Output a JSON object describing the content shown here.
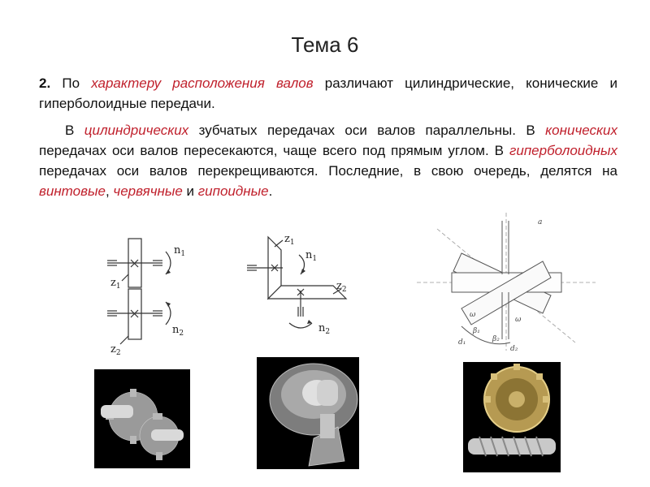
{
  "slide": {
    "title": "Тема 6",
    "p1": {
      "num": "2.",
      "t1": " По ",
      "hl1": "характеру расположения валов",
      "t2": " различают цилиндрические, конические  и гиперболоидные  передачи."
    },
    "p2": {
      "t1": "В ",
      "hl1": "цилиндрических",
      "t2": " зубчатых передачах оси валов параллельны. В ",
      "hl2": "конических",
      "t3": " передачах оси валов пересекаются,   чаще всего под прямым углом. В ",
      "hl3": "гиперболоидных",
      "t4": " передачах оси валов перекрещиваются. Последние, в свою очередь, делятся  на ",
      "hl4": "винтовые",
      "t5": ", ",
      "hl5": "червячные",
      "t6": " и ",
      "hl6": "гипоидные",
      "t7": "."
    }
  },
  "diagrams": {
    "cylindrical": {
      "n1": "n",
      "n1_sub": "1",
      "n2": "n",
      "n2_sub": "2",
      "z1": "z",
      "z1_sub": "1",
      "z2": "z",
      "z2_sub": "2"
    },
    "bevel": {
      "z1": "z",
      "z1_sub": "1",
      "n1": "n",
      "n1_sub": "1",
      "z2": "z",
      "z2_sub": "2",
      "n2": "n",
      "n2_sub": "2"
    },
    "hyperboloid": {
      "a": "a",
      "w1": "ω",
      "w2": "ω",
      "b1": "β₁",
      "b2": "β₂",
      "d1": "d₁",
      "d2": "d₂"
    }
  },
  "photos": {
    "cylindrical": "spur gears rendering",
    "bevel": "bevel gears rendering",
    "worm": "worm gear rendering"
  }
}
